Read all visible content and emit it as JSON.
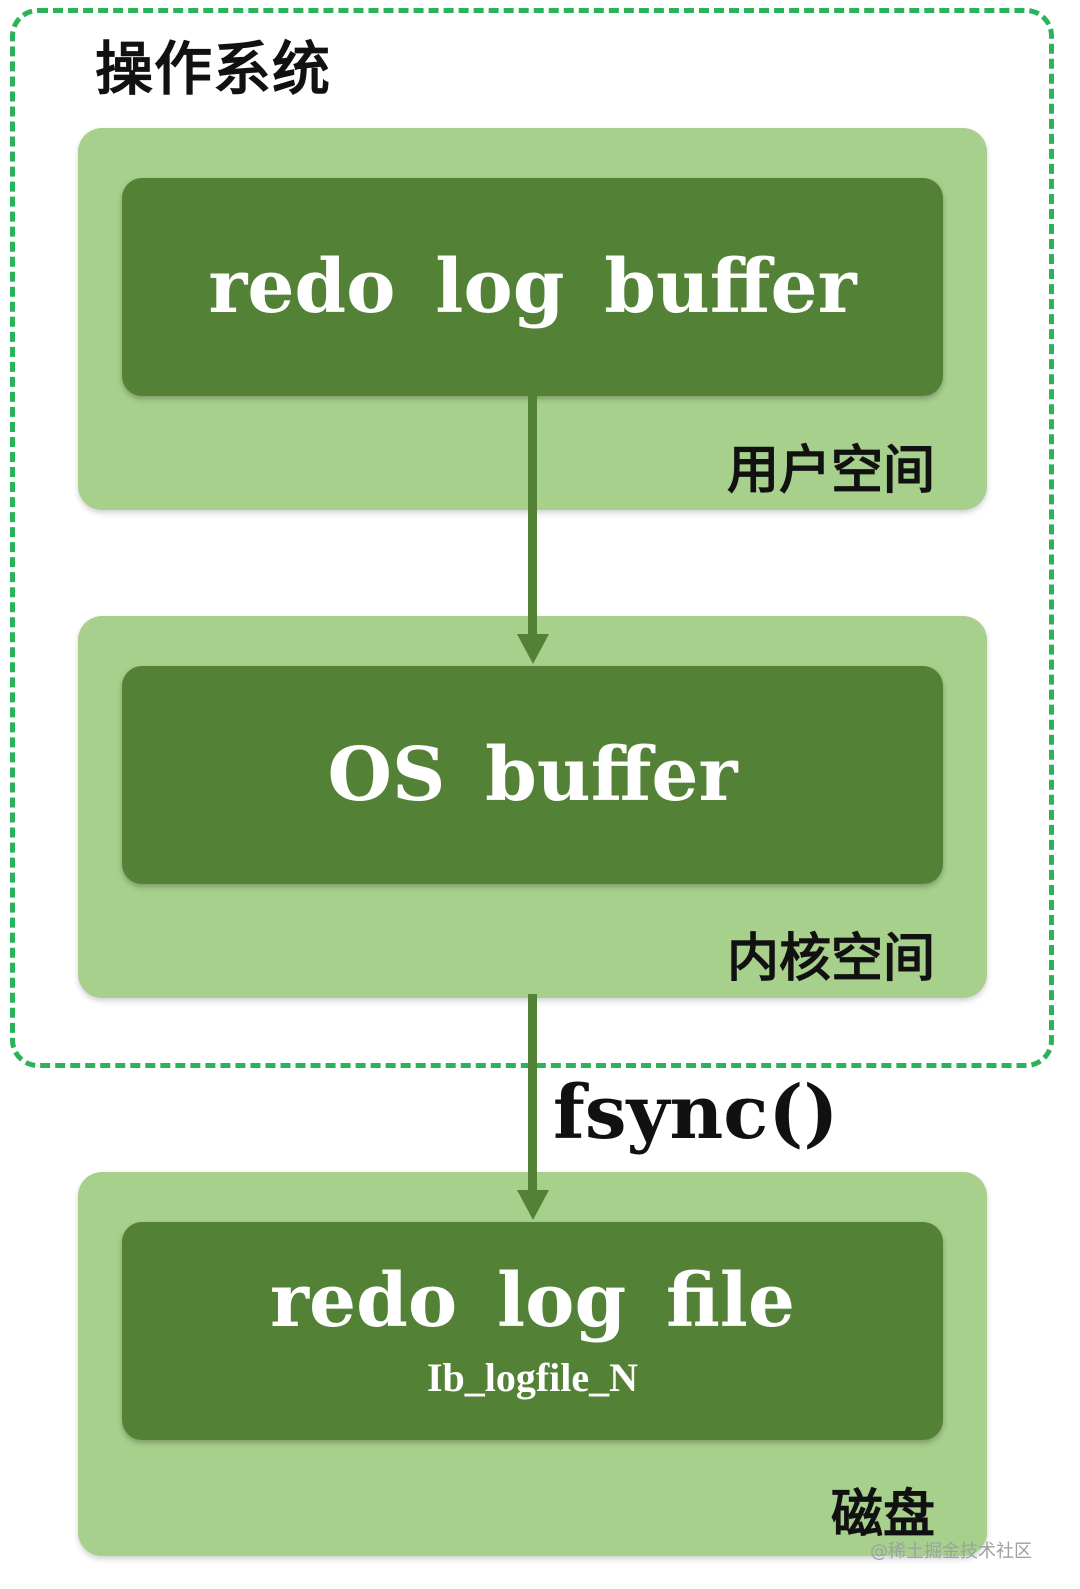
{
  "os_frame": {
    "title": "操作系统",
    "border_color": "#2bb35a"
  },
  "user_space": {
    "block_label": "redo log buffer",
    "space_label": "用户空间"
  },
  "kernel_space": {
    "block_label": "OS buffer",
    "space_label": "内核空间"
  },
  "disk": {
    "block_label": "redo log file",
    "block_sublabel": "Ib_logfile_N",
    "space_label": "磁盘"
  },
  "flush_call": {
    "label": "fsync()"
  },
  "watermark": {
    "text": "@稀土掘金技术社区"
  },
  "colors": {
    "outer_fill": "#a8d08d",
    "inner_fill": "#538135",
    "arrow": "#538135"
  }
}
